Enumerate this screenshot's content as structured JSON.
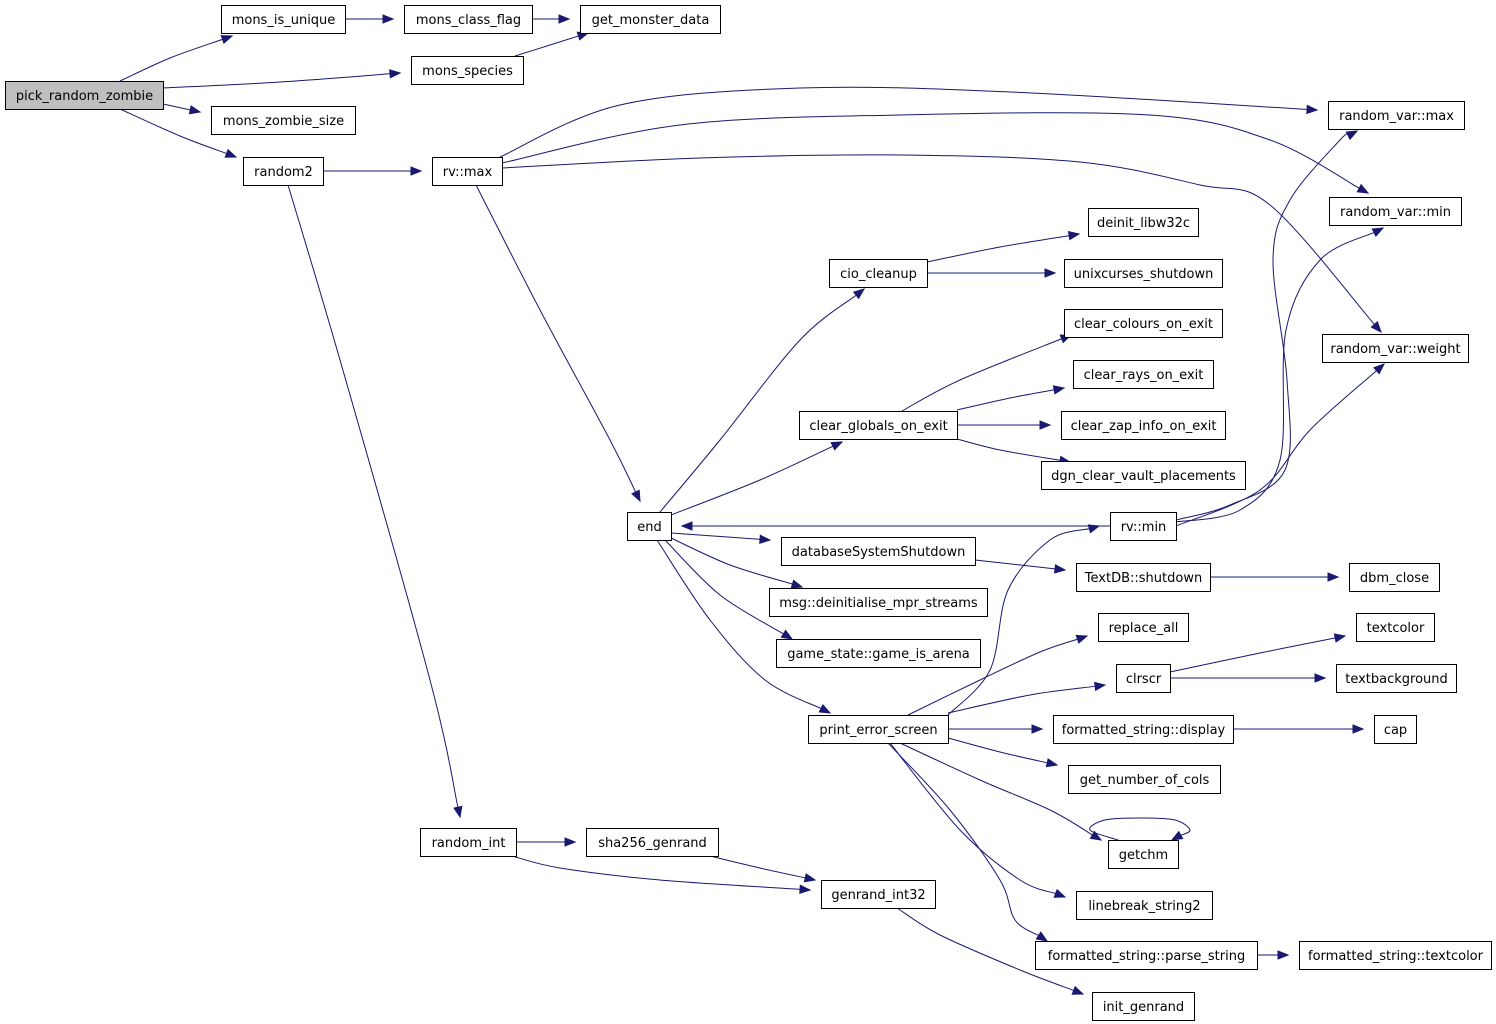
{
  "diagram": {
    "root": "n_pick_random_zombie",
    "edge_color": "#191970",
    "root_fill": "#bfbfbf",
    "nodes": [
      {
        "id": "n_pick_random_zombie",
        "label": "pick_random_zombie",
        "root": true
      },
      {
        "id": "n_mons_is_unique",
        "label": "mons_is_unique"
      },
      {
        "id": "n_mons_class_flag",
        "label": "mons_class_flag"
      },
      {
        "id": "n_get_monster_data",
        "label": "get_monster_data"
      },
      {
        "id": "n_mons_species",
        "label": "mons_species"
      },
      {
        "id": "n_mons_zombie_size",
        "label": "mons_zombie_size"
      },
      {
        "id": "n_random2",
        "label": "random2"
      },
      {
        "id": "n_rv_max",
        "label": "rv::max"
      },
      {
        "id": "n_random_var_max",
        "label": "random_var::max"
      },
      {
        "id": "n_random_var_min",
        "label": "random_var::min"
      },
      {
        "id": "n_random_var_weight",
        "label": "random_var::weight"
      },
      {
        "id": "n_deinit_libw32c",
        "label": "deinit_libw32c"
      },
      {
        "id": "n_cio_cleanup",
        "label": "cio_cleanup"
      },
      {
        "id": "n_unixcurses_shutdown",
        "label": "unixcurses_shutdown"
      },
      {
        "id": "n_clear_colours_on_exit",
        "label": "clear_colours_on_exit"
      },
      {
        "id": "n_clear_rays_on_exit",
        "label": "clear_rays_on_exit"
      },
      {
        "id": "n_clear_globals_on_exit",
        "label": "clear_globals_on_exit"
      },
      {
        "id": "n_clear_zap_info_on_exit",
        "label": "clear_zap_info_on_exit"
      },
      {
        "id": "n_dgn_clear_vault_placements",
        "label": "dgn_clear_vault_placements"
      },
      {
        "id": "n_end",
        "label": "end"
      },
      {
        "id": "n_rv_min",
        "label": "rv::min"
      },
      {
        "id": "n_databaseSystemShutdown",
        "label": "databaseSystemShutdown"
      },
      {
        "id": "n_textdb_shutdown",
        "label": "TextDB::shutdown"
      },
      {
        "id": "n_dbm_close",
        "label": "dbm_close"
      },
      {
        "id": "n_msg_deinitialise",
        "label": "msg::deinitialise_mpr_streams"
      },
      {
        "id": "n_game_is_arena",
        "label": "game_state::game_is_arena"
      },
      {
        "id": "n_replace_all",
        "label": "replace_all"
      },
      {
        "id": "n_textcolor",
        "label": "textcolor"
      },
      {
        "id": "n_clrscr",
        "label": "clrscr"
      },
      {
        "id": "n_textbackground",
        "label": "textbackground"
      },
      {
        "id": "n_print_error_screen",
        "label": "print_error_screen"
      },
      {
        "id": "n_fs_display",
        "label": "formatted_string::display"
      },
      {
        "id": "n_cap",
        "label": "cap"
      },
      {
        "id": "n_get_number_of_cols",
        "label": "get_number_of_cols"
      },
      {
        "id": "n_random_int",
        "label": "random_int"
      },
      {
        "id": "n_sha256_genrand",
        "label": "sha256_genrand"
      },
      {
        "id": "n_getchm",
        "label": "getchm"
      },
      {
        "id": "n_genrand_int32",
        "label": "genrand_int32"
      },
      {
        "id": "n_linebreak_string2",
        "label": "linebreak_string2"
      },
      {
        "id": "n_fs_parse_string",
        "label": "formatted_string::parse_string"
      },
      {
        "id": "n_fs_textcolor",
        "label": "formatted_string::textcolor"
      },
      {
        "id": "n_init_genrand",
        "label": "init_genrand"
      }
    ],
    "edges": [
      {
        "from": "n_pick_random_zombie",
        "to": "n_mons_is_unique"
      },
      {
        "from": "n_pick_random_zombie",
        "to": "n_mons_species"
      },
      {
        "from": "n_pick_random_zombie",
        "to": "n_mons_zombie_size"
      },
      {
        "from": "n_pick_random_zombie",
        "to": "n_random2"
      },
      {
        "from": "n_mons_is_unique",
        "to": "n_mons_class_flag"
      },
      {
        "from": "n_mons_class_flag",
        "to": "n_get_monster_data"
      },
      {
        "from": "n_mons_species",
        "to": "n_get_monster_data"
      },
      {
        "from": "n_random2",
        "to": "n_rv_max"
      },
      {
        "from": "n_random2",
        "to": "n_random_int"
      },
      {
        "from": "n_rv_max",
        "to": "n_random_var_max"
      },
      {
        "from": "n_rv_max",
        "to": "n_random_var_min"
      },
      {
        "from": "n_rv_max",
        "to": "n_random_var_weight"
      },
      {
        "from": "n_rv_max",
        "to": "n_end"
      },
      {
        "from": "n_end",
        "to": "n_cio_cleanup"
      },
      {
        "from": "n_end",
        "to": "n_clear_globals_on_exit"
      },
      {
        "from": "n_end",
        "to": "n_databaseSystemShutdown"
      },
      {
        "from": "n_end",
        "to": "n_msg_deinitialise"
      },
      {
        "from": "n_end",
        "to": "n_game_is_arena"
      },
      {
        "from": "n_end",
        "to": "n_print_error_screen"
      },
      {
        "from": "n_cio_cleanup",
        "to": "n_deinit_libw32c"
      },
      {
        "from": "n_cio_cleanup",
        "to": "n_unixcurses_shutdown"
      },
      {
        "from": "n_clear_globals_on_exit",
        "to": "n_clear_colours_on_exit"
      },
      {
        "from": "n_clear_globals_on_exit",
        "to": "n_clear_rays_on_exit"
      },
      {
        "from": "n_clear_globals_on_exit",
        "to": "n_clear_zap_info_on_exit"
      },
      {
        "from": "n_clear_globals_on_exit",
        "to": "n_dgn_clear_vault_placements"
      },
      {
        "from": "n_rv_min",
        "to": "n_end"
      },
      {
        "from": "n_rv_min",
        "to": "n_random_var_max"
      },
      {
        "from": "n_rv_min",
        "to": "n_random_var_min"
      },
      {
        "from": "n_rv_min",
        "to": "n_random_var_weight"
      },
      {
        "from": "n_databaseSystemShutdown",
        "to": "n_textdb_shutdown"
      },
      {
        "from": "n_textdb_shutdown",
        "to": "n_dbm_close"
      },
      {
        "from": "n_print_error_screen",
        "to": "n_rv_min"
      },
      {
        "from": "n_print_error_screen",
        "to": "n_replace_all"
      },
      {
        "from": "n_print_error_screen",
        "to": "n_clrscr"
      },
      {
        "from": "n_print_error_screen",
        "to": "n_fs_display"
      },
      {
        "from": "n_print_error_screen",
        "to": "n_get_number_of_cols"
      },
      {
        "from": "n_print_error_screen",
        "to": "n_getchm"
      },
      {
        "from": "n_print_error_screen",
        "to": "n_linebreak_string2"
      },
      {
        "from": "n_print_error_screen",
        "to": "n_fs_parse_string"
      },
      {
        "from": "n_clrscr",
        "to": "n_textcolor"
      },
      {
        "from": "n_clrscr",
        "to": "n_textbackground"
      },
      {
        "from": "n_fs_display",
        "to": "n_cap"
      },
      {
        "from": "n_getchm",
        "to": "n_getchm"
      },
      {
        "from": "n_fs_parse_string",
        "to": "n_fs_textcolor"
      },
      {
        "from": "n_random_int",
        "to": "n_sha256_genrand"
      },
      {
        "from": "n_random_int",
        "to": "n_genrand_int32"
      },
      {
        "from": "n_sha256_genrand",
        "to": "n_genrand_int32"
      },
      {
        "from": "n_genrand_int32",
        "to": "n_init_genrand"
      }
    ]
  }
}
